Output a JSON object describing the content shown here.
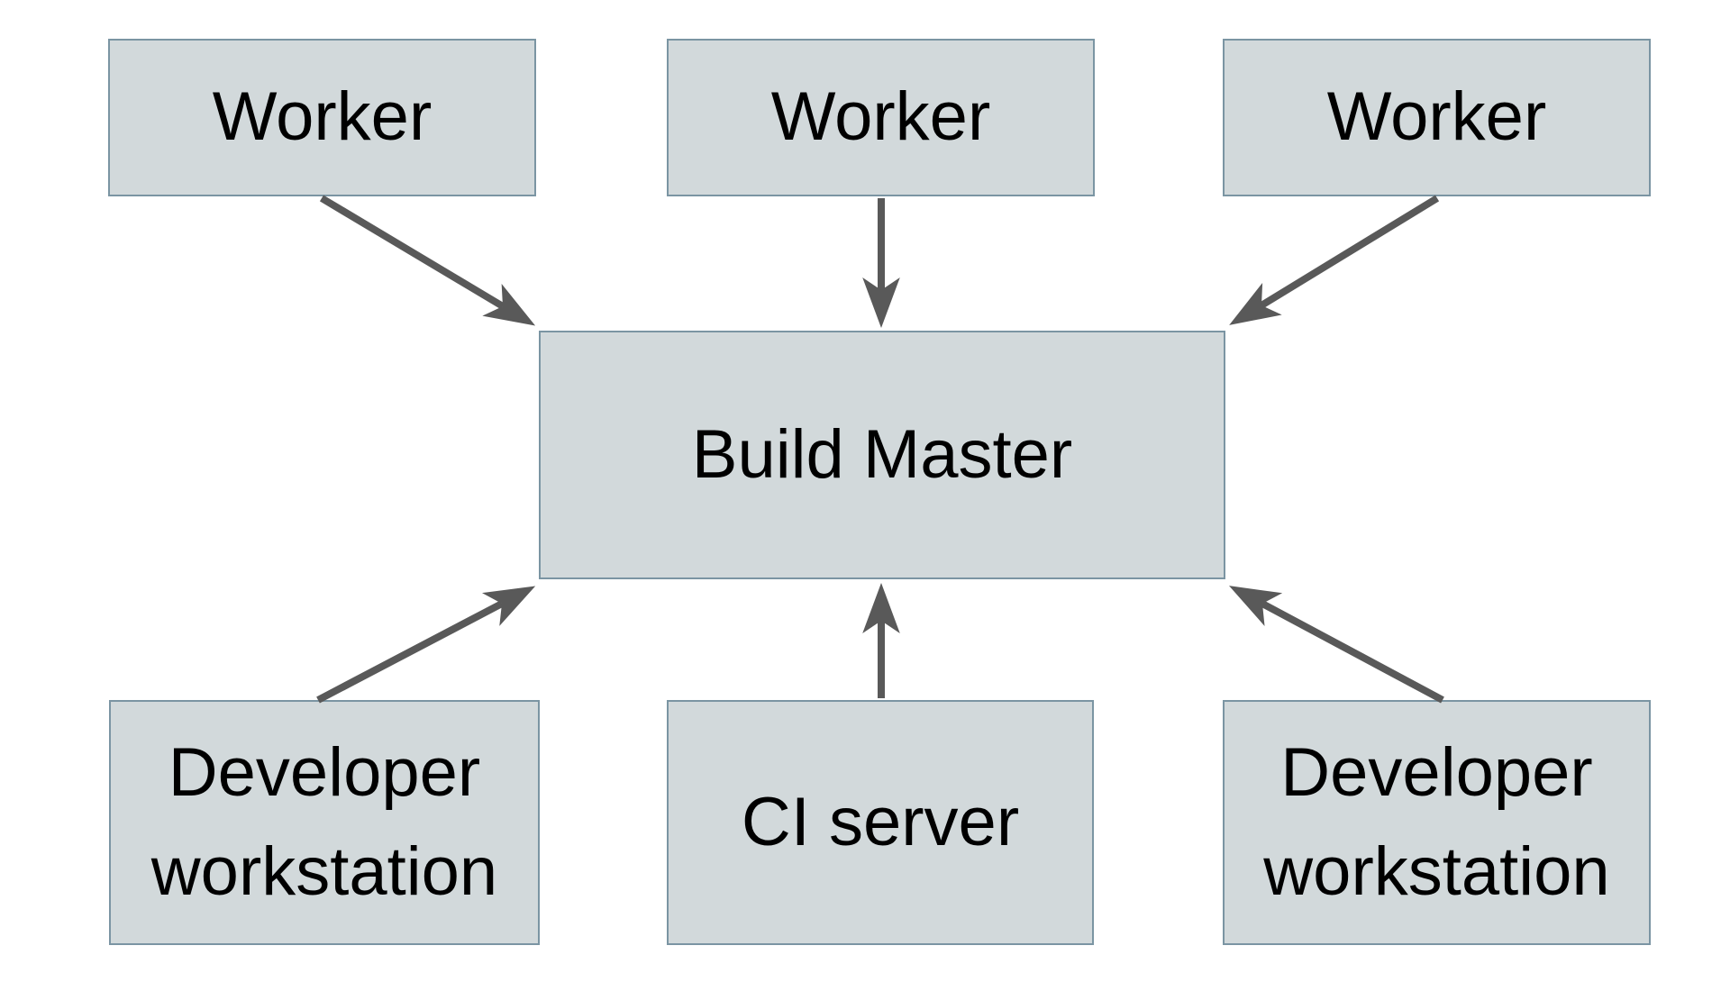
{
  "diagram": {
    "nodes": [
      {
        "id": "worker-1",
        "label": "Worker"
      },
      {
        "id": "worker-2",
        "label": "Worker"
      },
      {
        "id": "worker-3",
        "label": "Worker"
      },
      {
        "id": "build-master",
        "label": "Build Master"
      },
      {
        "id": "developer-workstation-left",
        "label": "Developer workstation"
      },
      {
        "id": "ci-server",
        "label": "CI server"
      },
      {
        "id": "developer-workstation-right",
        "label": "Developer workstation"
      }
    ],
    "edges": [
      {
        "from": "worker-1",
        "to": "build-master"
      },
      {
        "from": "worker-2",
        "to": "build-master"
      },
      {
        "from": "worker-3",
        "to": "build-master"
      },
      {
        "from": "developer-workstation-left",
        "to": "build-master"
      },
      {
        "from": "ci-server",
        "to": "build-master"
      },
      {
        "from": "developer-workstation-right",
        "to": "build-master"
      }
    ],
    "colors": {
      "background": "#ffffff",
      "node_fill": "#d2d9db",
      "node_border": "#7b95a3",
      "arrow": "#595959",
      "text": "#000000"
    }
  }
}
